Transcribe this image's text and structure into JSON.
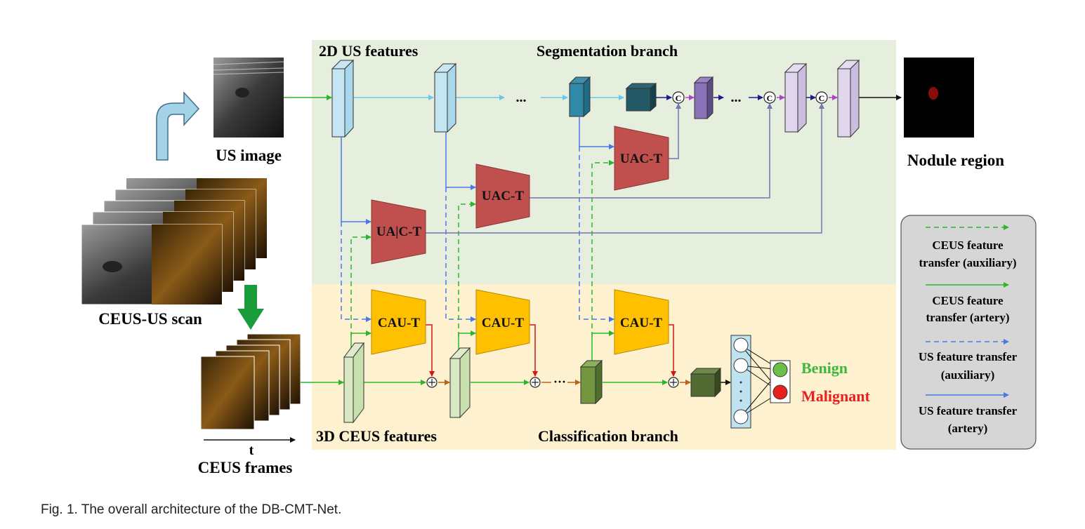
{
  "labels": {
    "us_features": "2D US features",
    "seg_branch": "Segmentation branch",
    "us_image": "US image",
    "nodule_region": "Nodule region",
    "ceus_us_scan": "CEUS-US scan",
    "ceus_frames": "CEUS frames",
    "time_axis": "t",
    "ceus_features": "3D CEUS features",
    "cls_branch": "Classification branch",
    "benign": "Benign",
    "malignant": "Malignant",
    "ellipsis": "...",
    "ellipsis2": "···",
    "concat_symbol": "C"
  },
  "modules": {
    "uac_t": "UAC-T",
    "uac_t_split": "UA|C-T",
    "cau_t": "CAU-T"
  },
  "legend": {
    "ceus_aux": [
      "CEUS feature",
      "transfer (auxiliary)"
    ],
    "ceus_art": [
      "CEUS feature",
      "transfer (artery)"
    ],
    "us_aux": [
      "US feature transfer",
      "(auxiliary)"
    ],
    "us_art": [
      "US feature transfer",
      "(artery)"
    ]
  },
  "caption": "Fig. 1.  The overall architecture of the DB-CMT-Net.",
  "colors": {
    "seg_bg": "#e6eedd",
    "cls_bg": "#fdf1d0",
    "legend_bg": "#d6d6d6",
    "ceus_green": "#3cb83c",
    "us_blue": "#4b78e6",
    "uac_red": "#c0504d",
    "cau_orange": "#ffc000",
    "benign": "#3cb83c",
    "malignant": "#e8201e"
  }
}
